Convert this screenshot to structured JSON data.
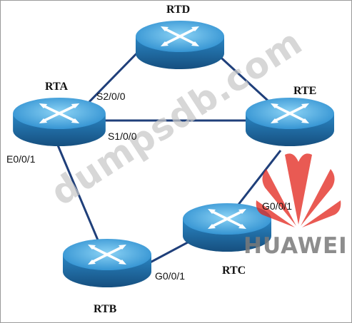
{
  "routers": {
    "rta": "RTA",
    "rtb": "RTB",
    "rtc": "RTC",
    "rtd": "RTD",
    "rte": "RTE"
  },
  "interfaces": {
    "rta_s200": "S2/0/0",
    "rta_s100": "S1/0/0",
    "rta_e001": "E0/0/1",
    "rtb_g001": "G0/0/1",
    "rtc_g001": "G0/0/1"
  },
  "links": [
    {
      "from": "RTA",
      "to": "RTD"
    },
    {
      "from": "RTD",
      "to": "RTE"
    },
    {
      "from": "RTA",
      "to": "RTE"
    },
    {
      "from": "RTA",
      "to": "RTB"
    },
    {
      "from": "RTB",
      "to": "RTC"
    },
    {
      "from": "RTC",
      "to": "RTE"
    }
  ],
  "watermark": {
    "text": "dumpsdb.com",
    "brand": "HUAWEI",
    "brand_color": "#e2231a"
  },
  "colors": {
    "router_top": "#3fa3d9",
    "router_side": "#1f6fa8",
    "link": "#1f3f7a"
  }
}
